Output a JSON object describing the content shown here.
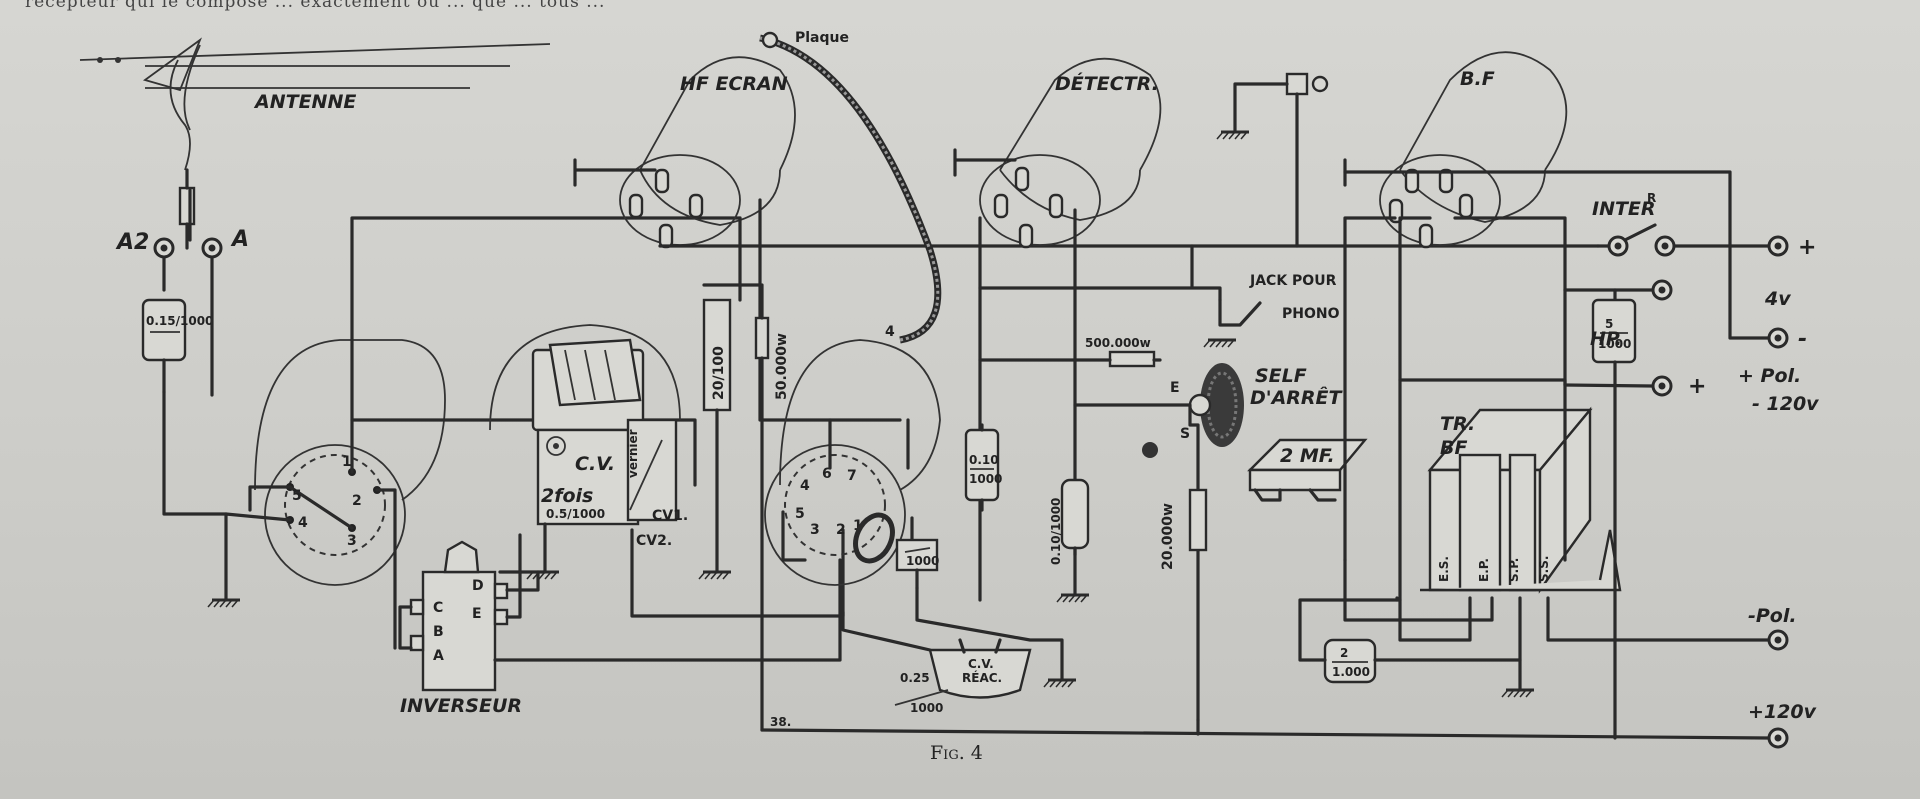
{
  "figure": {
    "caption": "Fig. 4",
    "top_text": "récepteur qui le compose ... exactement ou ... que ... tous ..."
  },
  "labels": {
    "antenne": "ANTENNE",
    "plaque": "Plaque",
    "a2": "A2",
    "a": "A",
    "hf_ecran": "HF ECRAN",
    "detectr": "DÉTECTR.",
    "bf": "B.F",
    "inverseur": "INVERSEUR",
    "cv": "C.V.",
    "cv_2fois": "2fois",
    "cv_value": "0.5/1000",
    "vernier": "vernier",
    "cv1": "CV1.",
    "cv2": "CV2.",
    "jack_pour": "JACK POUR",
    "phono": "PHONO",
    "self_arret_1": "SELF",
    "self_arret_2": "D'ARRÊT",
    "two_mf": "2 MF.",
    "tr": "TR.",
    "bf2": "BF",
    "inter": "INTER",
    "inter_sup": "R",
    "hp": "HP.",
    "plus4": "+",
    "four_v": "4v",
    "minus": "-",
    "plus_pol": "+ Pol.",
    "minus120": "- 120v",
    "plus_hp": "+",
    "minus_pol": "-Pol.",
    "plus120": "+120v",
    "cv_reac_1": "C.V.",
    "cv_reac_2": "RÉAC.",
    "num_38": "38.",
    "num_4": "4",
    "letter_e": "E",
    "letter_s": "S"
  },
  "components": {
    "c_antenna": "0.15/1000",
    "r_20_100": "20/100",
    "r_50000": "50.000w",
    "r_500000": "500.000w",
    "c_010_a": "0.10/1000",
    "c_010_b": "0.10/1000",
    "c_grid": "1000",
    "c_reac": "0.25/1000",
    "r_20000": "20.000w",
    "c_hp": "5/1000",
    "c_2_1000": "2/1000",
    "trans_terminals": [
      "E.S.",
      "E.P.",
      "S.P.",
      "S.S."
    ]
  },
  "switch_pins": [
    "1",
    "2",
    "3",
    "4",
    "5"
  ],
  "coil_pins": [
    "1",
    "2",
    "3",
    "4",
    "5",
    "6",
    "7"
  ],
  "inverseur_letters": [
    "D",
    "E",
    "C",
    "B",
    "A"
  ]
}
